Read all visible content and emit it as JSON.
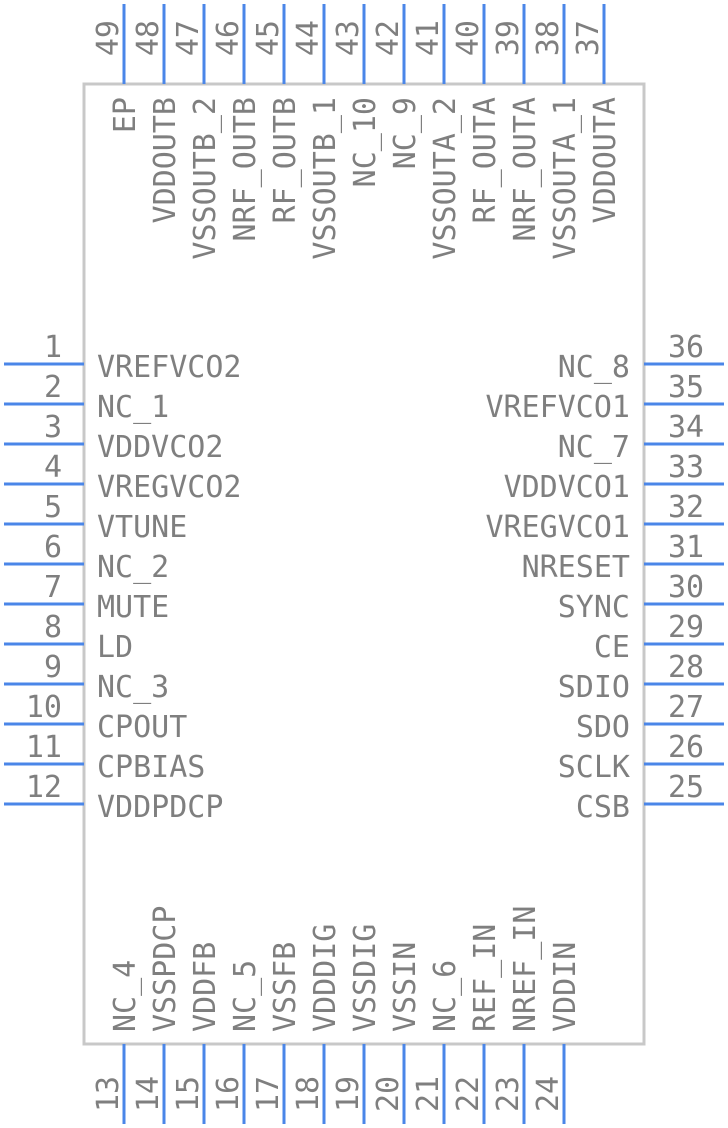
{
  "component": {
    "colors": {
      "pin": "#4a86e8",
      "outline": "#c8c8c8",
      "text": "#7f7f7f"
    },
    "left_pins": [
      {
        "num": "1",
        "name": "VREFVCO2"
      },
      {
        "num": "2",
        "name": "NC_1"
      },
      {
        "num": "3",
        "name": "VDDVCO2"
      },
      {
        "num": "4",
        "name": "VREGVCO2"
      },
      {
        "num": "5",
        "name": "VTUNE"
      },
      {
        "num": "6",
        "name": "NC_2"
      },
      {
        "num": "7",
        "name": "MUTE"
      },
      {
        "num": "8",
        "name": "LD"
      },
      {
        "num": "9",
        "name": "NC_3"
      },
      {
        "num": "10",
        "name": "CPOUT"
      },
      {
        "num": "11",
        "name": "CPBIAS"
      },
      {
        "num": "12",
        "name": "VDDPDCP"
      }
    ],
    "right_pins": [
      {
        "num": "36",
        "name": "NC_8"
      },
      {
        "num": "35",
        "name": "VREFVCO1"
      },
      {
        "num": "34",
        "name": "NC_7"
      },
      {
        "num": "33",
        "name": "VDDVCO1"
      },
      {
        "num": "32",
        "name": "VREGVCO1"
      },
      {
        "num": "31",
        "name": "NRESET"
      },
      {
        "num": "30",
        "name": "SYNC"
      },
      {
        "num": "29",
        "name": "CE"
      },
      {
        "num": "28",
        "name": "SDIO"
      },
      {
        "num": "27",
        "name": "SDO"
      },
      {
        "num": "26",
        "name": "SCLK"
      },
      {
        "num": "25",
        "name": "CSB"
      }
    ],
    "top_pins": [
      {
        "num": "49",
        "name": "EP"
      },
      {
        "num": "48",
        "name": "VDDOUTB"
      },
      {
        "num": "47",
        "name": "VSSOUTB_2"
      },
      {
        "num": "46",
        "name": "NRF_OUTB"
      },
      {
        "num": "45",
        "name": "RF_OUTB"
      },
      {
        "num": "44",
        "name": "VSSOUTB_1"
      },
      {
        "num": "43",
        "name": "NC_10"
      },
      {
        "num": "42",
        "name": "NC_9"
      },
      {
        "num": "41",
        "name": "VSSOUTA_2"
      },
      {
        "num": "40",
        "name": "RF_OUTA"
      },
      {
        "num": "39",
        "name": "NRF_OUTA"
      },
      {
        "num": "38",
        "name": "VSSOUTA_1"
      },
      {
        "num": "37",
        "name": "VDDOUTA"
      }
    ],
    "bottom_pins": [
      {
        "num": "13",
        "name": "NC_4"
      },
      {
        "num": "14",
        "name": "VSSPDCP"
      },
      {
        "num": "15",
        "name": "VDDFB"
      },
      {
        "num": "16",
        "name": "NC_5"
      },
      {
        "num": "17",
        "name": "VSSFB"
      },
      {
        "num": "18",
        "name": "VDDDIG"
      },
      {
        "num": "19",
        "name": "VSSDIG"
      },
      {
        "num": "20",
        "name": "VSSIN"
      },
      {
        "num": "21",
        "name": "NC_6"
      },
      {
        "num": "22",
        "name": "REF_IN"
      },
      {
        "num": "23",
        "name": "NREF_IN"
      },
      {
        "num": "24",
        "name": "VDDIN"
      }
    ]
  }
}
